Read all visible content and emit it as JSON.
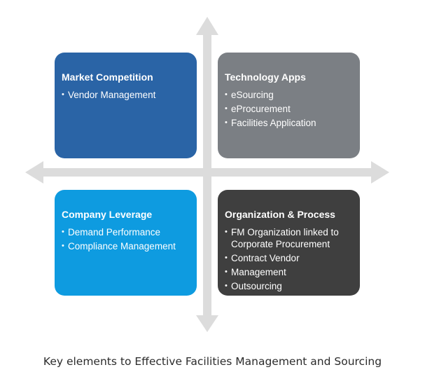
{
  "quadrants": {
    "top_left": {
      "title": "Market Competition",
      "items": [
        "Vendor Management"
      ]
    },
    "top_right": {
      "title": "Technology Apps",
      "items": [
        "eSourcing",
        "eProcurement",
        "Facilities Application"
      ]
    },
    "bottom_left": {
      "title": "Company Leverage",
      "items": [
        "Demand Performance",
        "Compliance Management"
      ]
    },
    "bottom_right": {
      "title": "Organization & Process",
      "items": [
        "FM Organization linked to\nCorporate Procurement",
        "Contract Vendor",
        "Management",
        "Outsourcing"
      ]
    }
  },
  "caption": "Key elements to Effective Facilities Management and Sourcing",
  "colors": {
    "top_left": "#2a64a6",
    "top_right": "#7b7f84",
    "bottom_left": "#0e9be0",
    "bottom_right": "#3f3f3f",
    "arrows": "#dcdcdc"
  }
}
